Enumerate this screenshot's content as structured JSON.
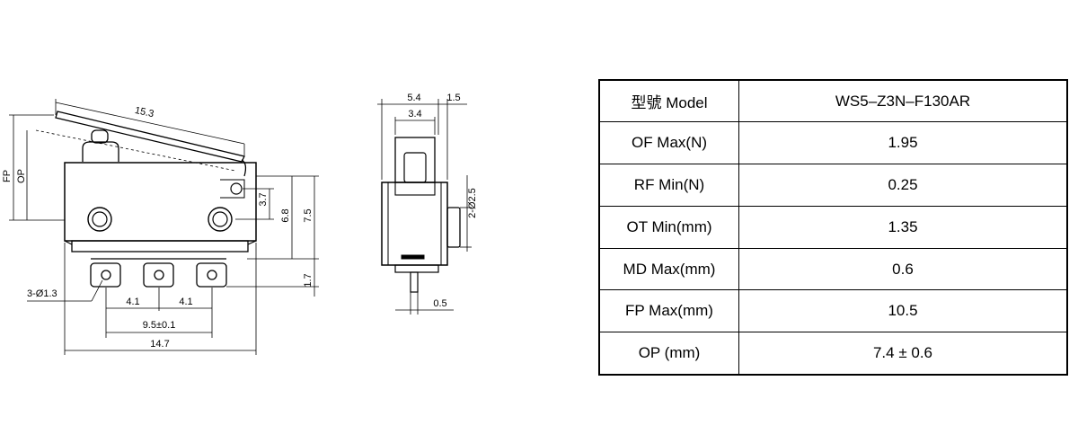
{
  "drawing_front": {
    "dim_lever_length": "15.3",
    "label_fp": "FP",
    "label_op": "OP",
    "dim_mount_hole": "3.7",
    "dim_hole_spacing_v": "6.8",
    "dim_height": "7.5",
    "dim_terminal": "1.7",
    "dim_terminal_holes": "3-Ø1.3",
    "dim_pitch_left": "4.1",
    "dim_pitch_right": "4.1",
    "dim_hole_pitch": "9.5±0.1",
    "dim_width": "14.7"
  },
  "drawing_side": {
    "dim_top_width": "5.4",
    "dim_top_offset": "1.5",
    "dim_inner_width": "3.4",
    "dim_pin": "2-Ø2.5",
    "dim_terminal_thickness": "0.5"
  },
  "spec_table": {
    "rows": [
      {
        "label": "型號 Model",
        "value": "WS5–Z3N–F130AR"
      },
      {
        "label": "OF Max(N)",
        "value": "1.95"
      },
      {
        "label": "RF Min(N)",
        "value": "0.25"
      },
      {
        "label": "OT Min(mm)",
        "value": "1.35"
      },
      {
        "label": "MD Max(mm)",
        "value": "0.6"
      },
      {
        "label": "FP Max(mm)",
        "value": "10.5"
      },
      {
        "label": "OP (mm)",
        "value": "7.4 ± 0.6"
      }
    ]
  }
}
